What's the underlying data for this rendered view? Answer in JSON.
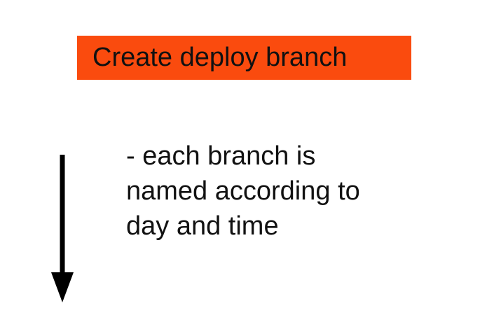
{
  "diagram": {
    "step_box": {
      "label": "Create deploy branch"
    },
    "note": {
      "lines": [
        "- each branch is",
        "named according to",
        "day and time"
      ]
    },
    "arrow": {
      "direction": "down"
    },
    "colors": {
      "background": "#ffffff",
      "box_fill": "#fa4b0e",
      "text": "#111111",
      "arrow": "#000000"
    }
  }
}
